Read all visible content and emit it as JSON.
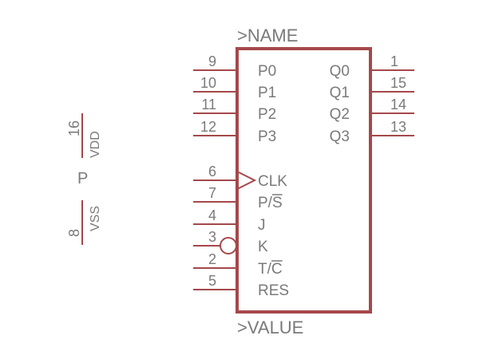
{
  "colors": {
    "body": "#a5484b",
    "text": "#7a7a7a",
    "background": "#ffffff"
  },
  "symbol": {
    "name_label": ">NAME",
    "value_label": ">VALUE",
    "left_pins": [
      {
        "number": "9",
        "label": "P0"
      },
      {
        "number": "10",
        "label": "P1"
      },
      {
        "number": "11",
        "label": "P2"
      },
      {
        "number": "12",
        "label": "P3"
      },
      {
        "number": "6",
        "label": "CLK",
        "clock": true
      },
      {
        "number": "7",
        "label": "P/S",
        "overbar": "S"
      },
      {
        "number": "4",
        "label": "J"
      },
      {
        "number": "3",
        "label": "K",
        "inverted": true
      },
      {
        "number": "2",
        "label": "T/C",
        "overbar": "C"
      },
      {
        "number": "5",
        "label": "RES"
      }
    ],
    "right_pins": [
      {
        "number": "1",
        "label": "Q0"
      },
      {
        "number": "15",
        "label": "Q1"
      },
      {
        "number": "14",
        "label": "Q2"
      },
      {
        "number": "13",
        "label": "Q3"
      }
    ]
  },
  "power": {
    "part_label": "P",
    "vdd": {
      "number": "16",
      "label": "VDD"
    },
    "vss": {
      "number": "8",
      "label": "VSS"
    }
  }
}
